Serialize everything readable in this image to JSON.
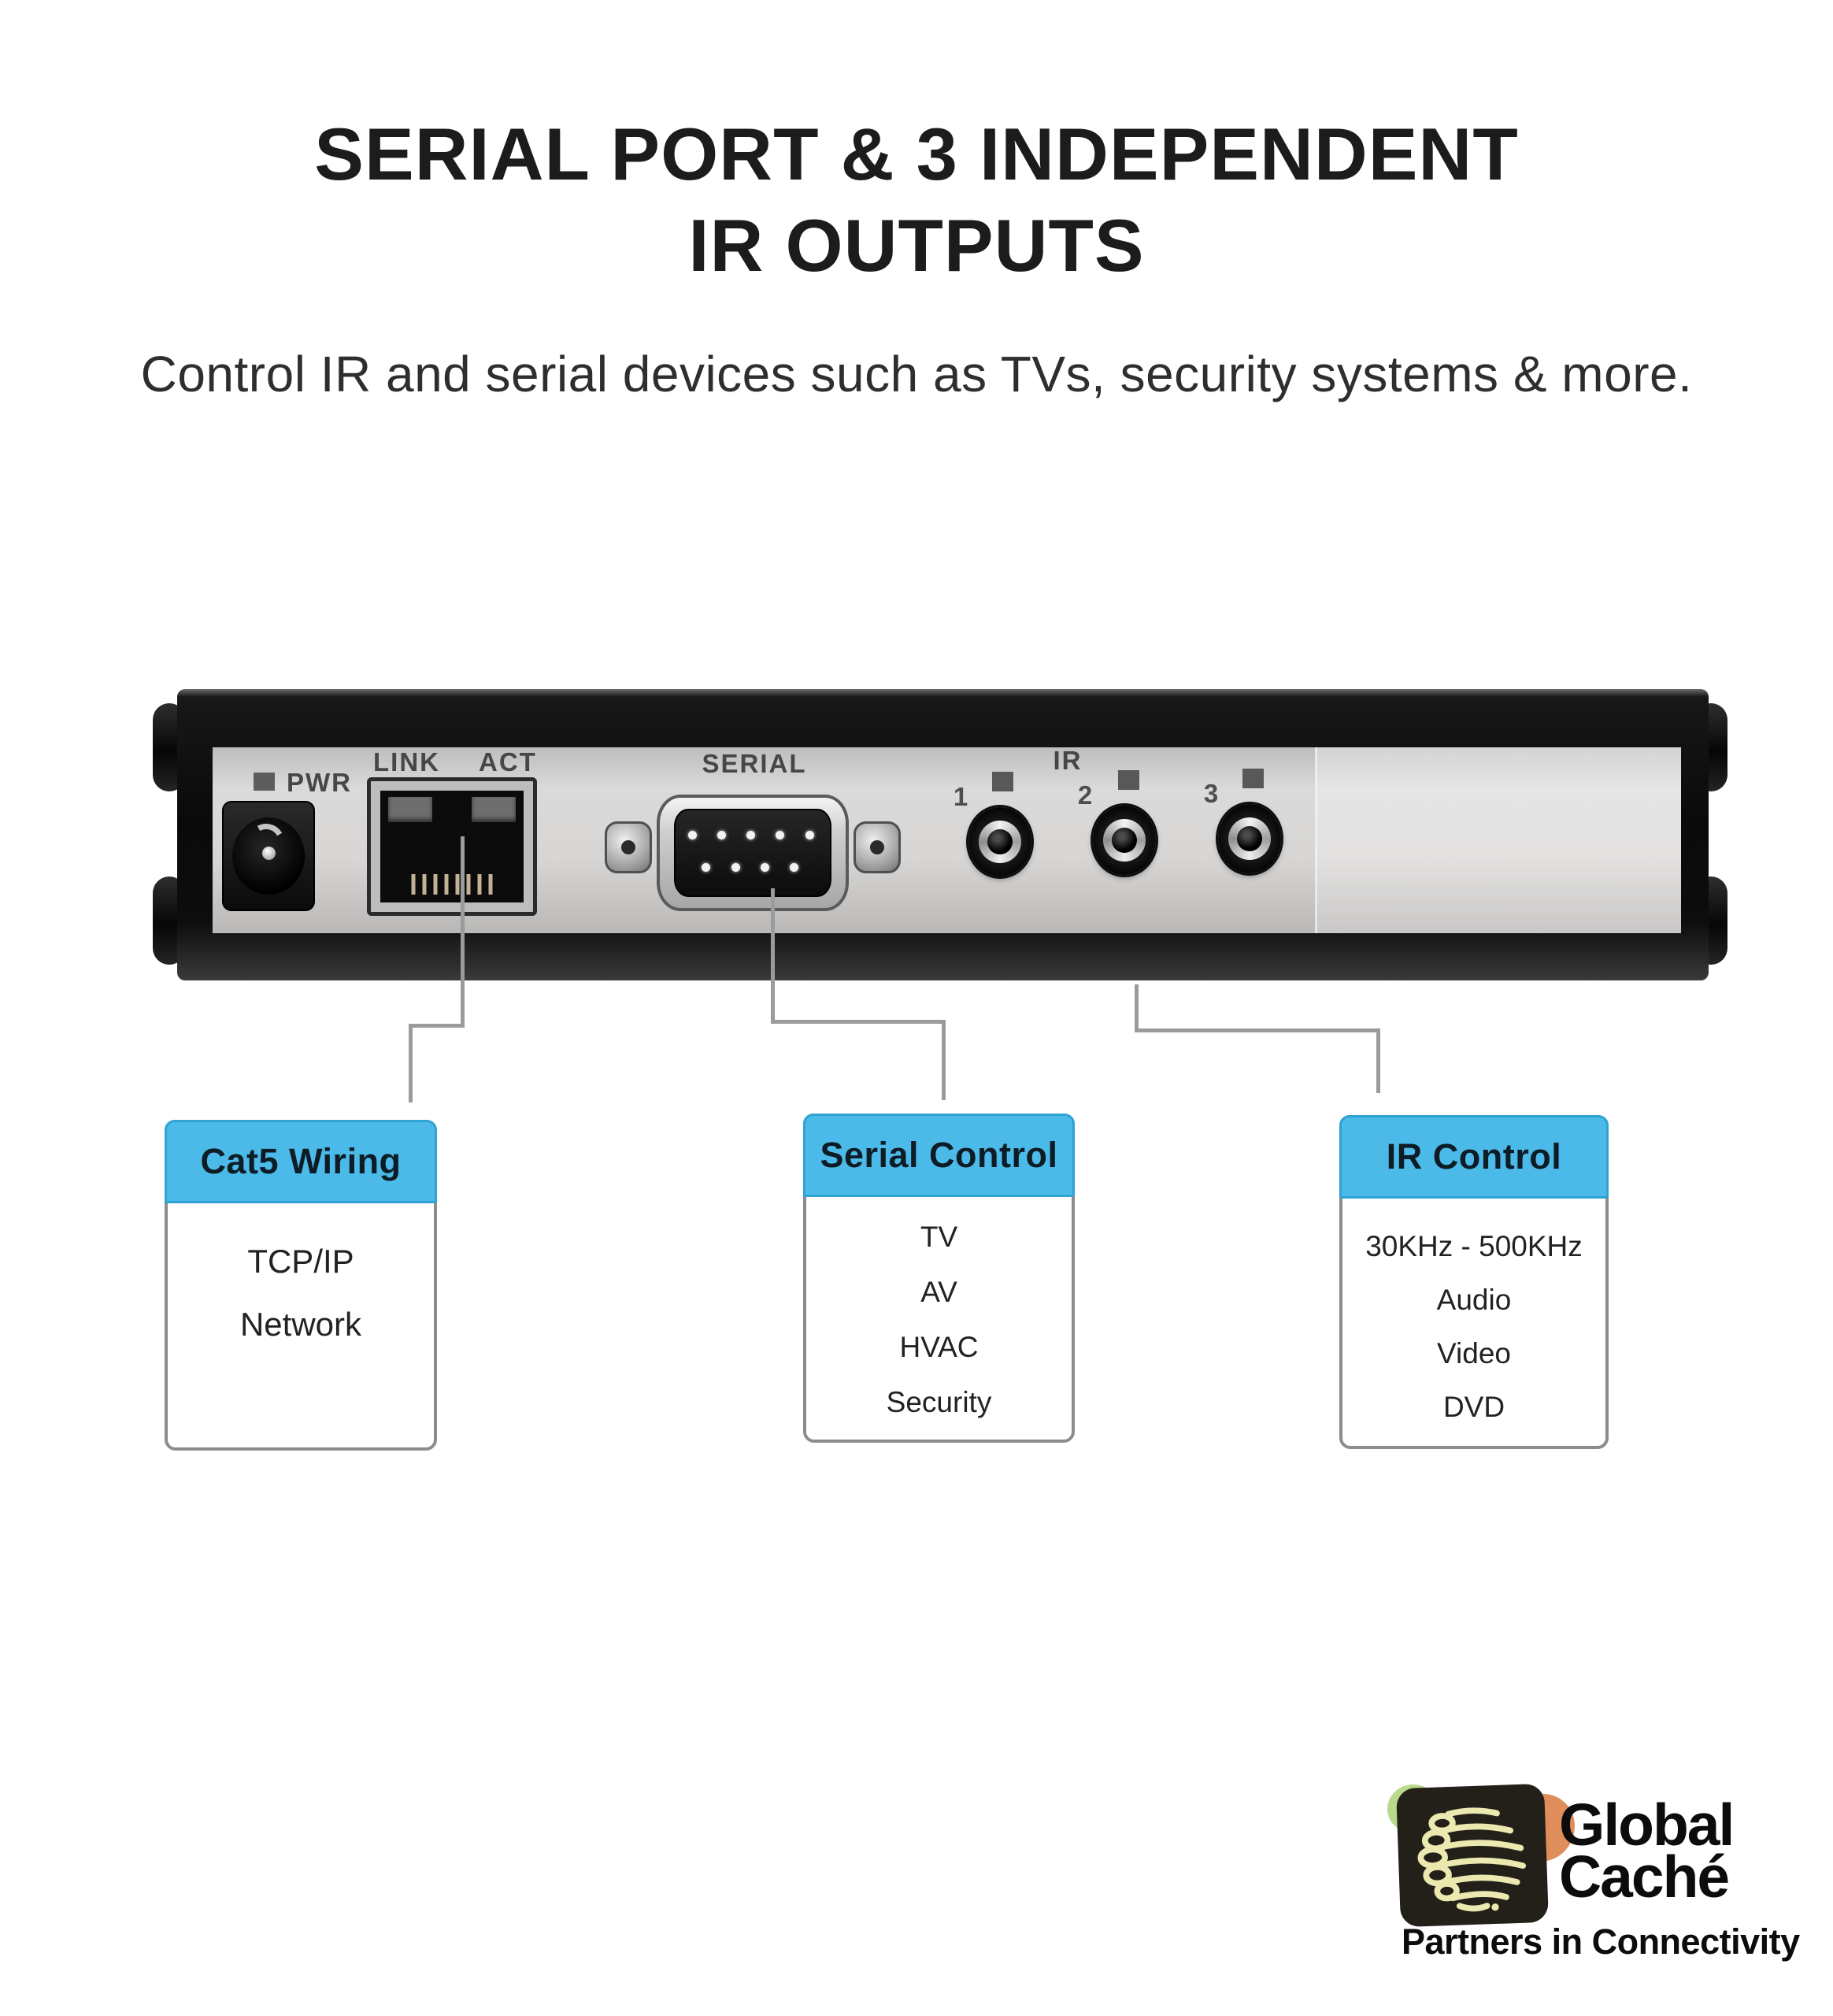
{
  "title": {
    "line1": "SERIAL PORT & 3 INDEPENDENT",
    "line2": "IR OUTPUTS"
  },
  "subtitle": "Control IR and serial devices such as TVs, security systems & more.",
  "device": {
    "labels": {
      "pwr": "PWR",
      "link": "LINK",
      "act": "ACT",
      "serial": "SERIAL",
      "ir": "IR"
    },
    "ir_ports": [
      "1",
      "2",
      "3"
    ]
  },
  "callouts": [
    {
      "title": "Cat5 Wiring",
      "items": [
        "TCP/IP",
        "Network"
      ]
    },
    {
      "title": "Serial Control",
      "items": [
        "TV",
        "AV",
        "HVAC",
        "Security"
      ]
    },
    {
      "title": "IR Control",
      "items": [
        "30KHz - 500KHz",
        "Audio",
        "Video",
        "DVD"
      ]
    }
  ],
  "logo": {
    "name_line1": "Global",
    "name_line2": "Caché",
    "tagline": "Partners in Connectivity"
  },
  "colors": {
    "accent": "#4cbae8",
    "line-gray": "#9b9b9b",
    "box-border": "#8c8c8c",
    "logo-green": "#b9d98b",
    "logo-orange": "#df8e5b",
    "logo-yellow": "#ece9b0",
    "logo-black": "#232019"
  }
}
